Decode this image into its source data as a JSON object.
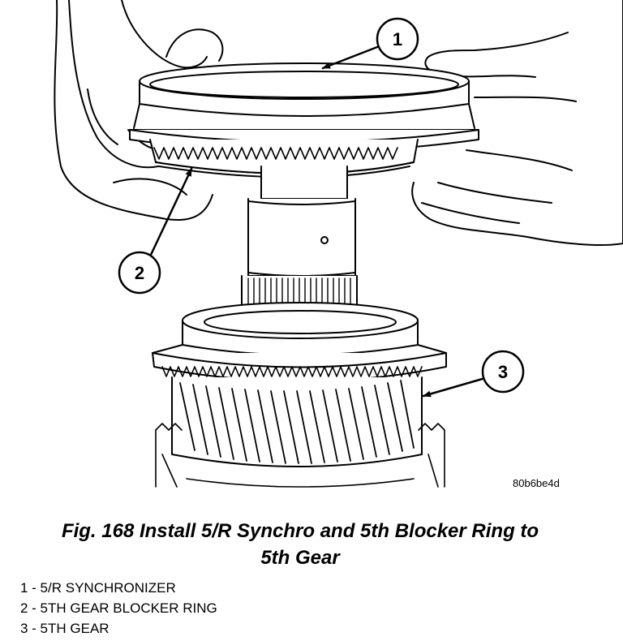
{
  "figure": {
    "identifier": "80b6be4d",
    "caption_line1": "Fig. 168 Install 5/R Synchro and 5th Blocker Ring to",
    "caption_line2": "5th Gear"
  },
  "callouts": [
    {
      "number": "1",
      "part": "5/R SYNCHRONIZER"
    },
    {
      "number": "2",
      "part": "5TH GEAR BLOCKER RING"
    },
    {
      "number": "3",
      "part": "5TH GEAR"
    }
  ],
  "legend": [
    "1 - 5/R SYNCHRONIZER",
    "2 - 5TH GEAR BLOCKER RING",
    "3 - 5TH GEAR"
  ],
  "colors": {
    "line": "#000000",
    "background": "#ffffff"
  }
}
